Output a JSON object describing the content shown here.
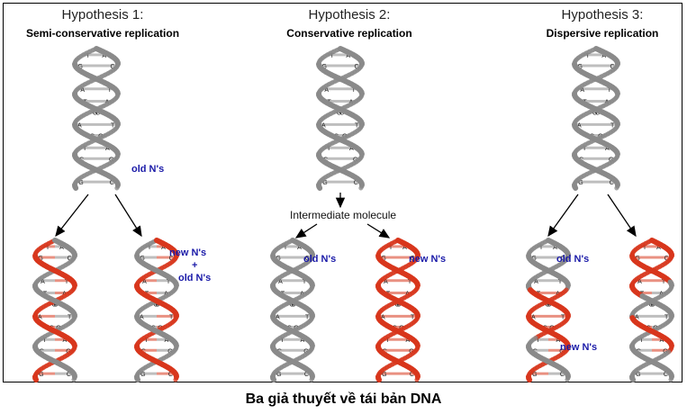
{
  "hypotheses": [
    {
      "number": "Hypothesis 1:",
      "name": "Semi-conservative replication"
    },
    {
      "number": "Hypothesis 2:",
      "name": "Conservative replication"
    },
    {
      "number": "Hypothesis 3:",
      "name": "Dispersive replication"
    }
  ],
  "labels": {
    "old_ns": "old N's",
    "new_ns": "new N's",
    "plus": "+",
    "intermediate": "Intermediate molecule"
  },
  "caption": "Ba giả thuyết về tái bản DNA",
  "colors": {
    "old_strand": "#8a8a8a",
    "new_strand": "#d8361c",
    "label": "#1a1aa8"
  }
}
